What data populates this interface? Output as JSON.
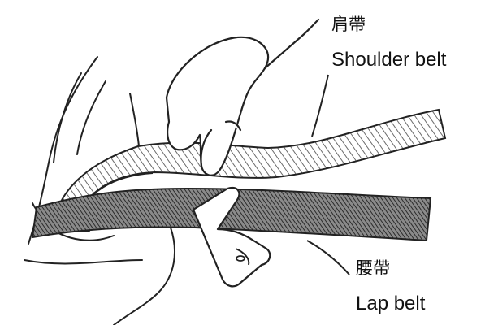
{
  "labels": {
    "shoulder_belt": {
      "chinese": "肩帶",
      "english": "Shoulder belt"
    },
    "lap_belt": {
      "chinese": "腰帶",
      "english": "Lap belt"
    }
  }
}
